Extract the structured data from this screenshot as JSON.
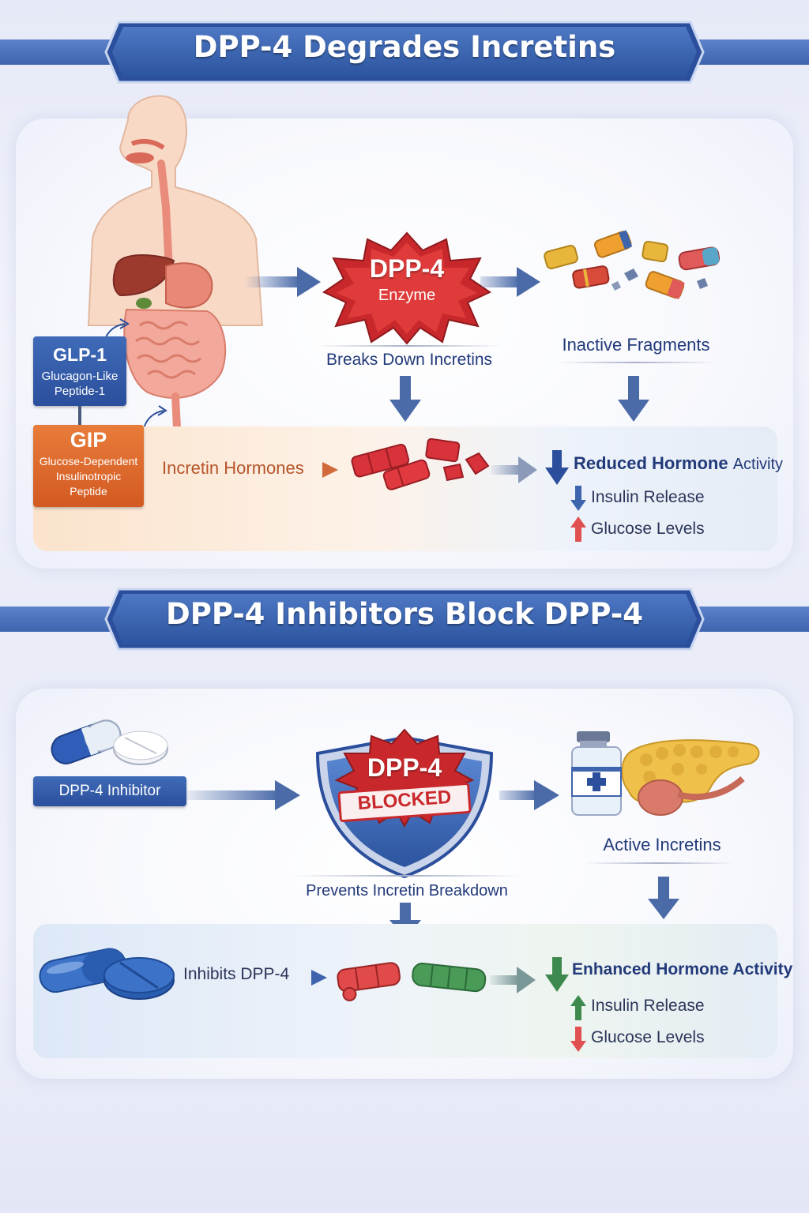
{
  "section1": {
    "title": "DPP-4 Degrades Incretins",
    "enzyme": {
      "name": "DPP-4",
      "subtitle": "Enzyme"
    },
    "breaks_label": "Breaks Down Incretins",
    "fragments_label": "Inactive Fragments",
    "glp1": {
      "name": "GLP-1",
      "full_line1": "Glucagon-Like",
      "full_line2": "Peptide-1"
    },
    "gip": {
      "name": "GIP",
      "full_line1": "Glucose-Dependent",
      "full_line2": "Insulinotropic",
      "full_line3": "Peptide"
    },
    "incretin_label": "Incretin Hormones",
    "result": {
      "headline_main": "Reduced Hormone",
      "headline_tail": "Activity",
      "insulin": "Insulin Release",
      "glucose": "Glucose Levels"
    }
  },
  "section2": {
    "title": "DPP-4 Inhibitors Block DPP-4",
    "inhibitor_label": "DPP-4 Inhibitor",
    "shield": {
      "name": "DPP-4",
      "status": "BLOCKED"
    },
    "prevents_label": "Prevents Incretin Breakdown",
    "active_label": "Active Incretins",
    "inhibits_label": "Inhibits DPP-4",
    "result": {
      "headline": "Enhanced Hormone Activity",
      "insulin": "Insulin Release",
      "glucose": "Glucose Levels"
    }
  },
  "colors": {
    "navy": "#223a7a",
    "banner_blue": "#3d64ad",
    "enzyme_red": "#c8282c",
    "gip_orange": "#e06a2c",
    "arrow_blue": "#4a6aa8",
    "up_red": "#e05050",
    "up_green": "#3e8a4e"
  }
}
